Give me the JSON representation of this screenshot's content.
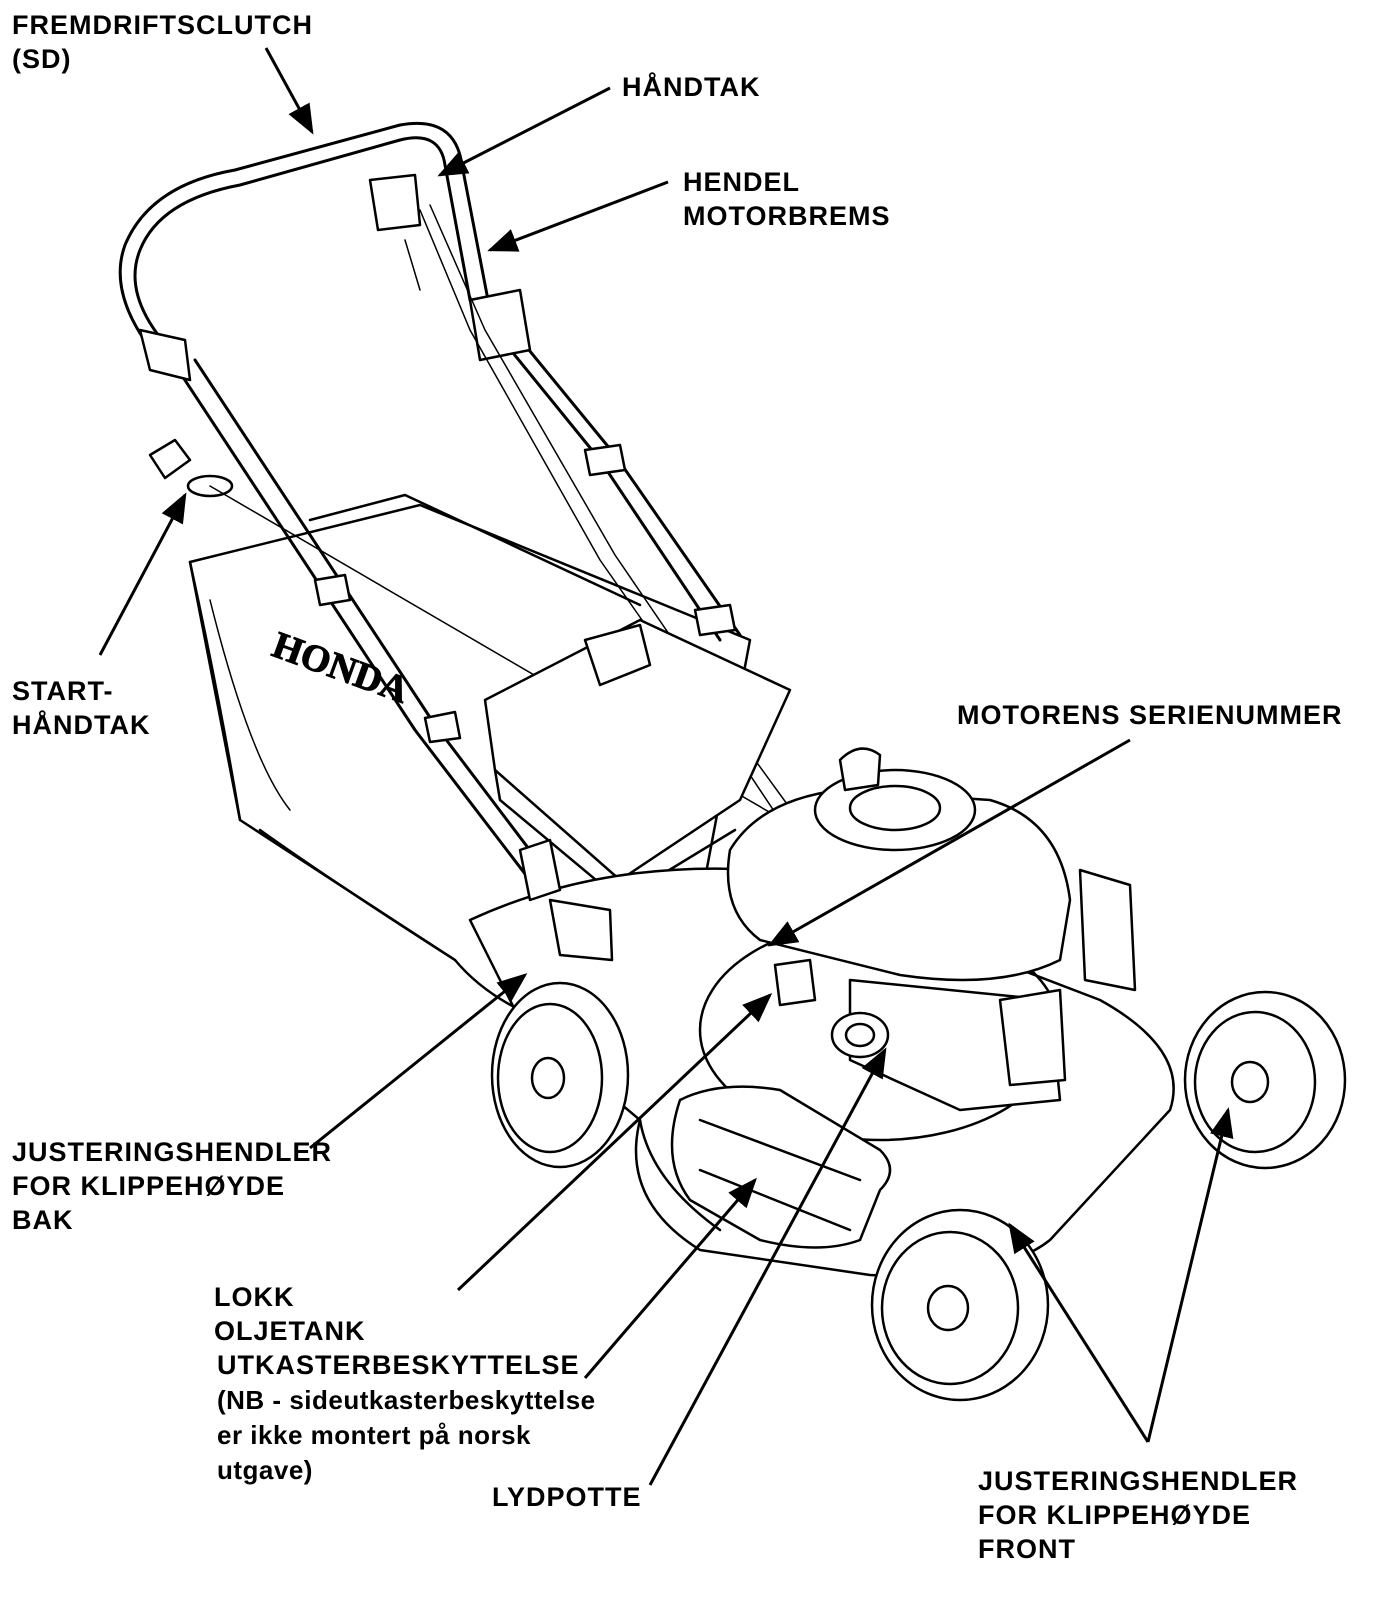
{
  "labels": {
    "fremdriftsclutch": [
      "FREMDRIFTSCLUTCH",
      "(SD)"
    ],
    "handtak": [
      "HÅNDTAK"
    ],
    "hendel_motorbrems": [
      "HENDEL",
      "MOTORBREMS"
    ],
    "starthandtak": [
      "START-",
      "HÅNDTAK"
    ],
    "motorens_serienummer": [
      "MOTORENS SERIENUMMER"
    ],
    "justeringshendler_bak": [
      "JUSTERINGSHENDLER",
      "FOR KLIPPEHØYDE",
      "BAK"
    ],
    "lokk_oljetank": [
      "LOKK",
      "OLJETANK"
    ],
    "utkasterbeskyttelse": [
      "UTKASTERBESKYTTELSE",
      "(NB - sideutkasterbeskyttelse",
      "er ikke montert på norsk",
      "utgave)"
    ],
    "lydpotte": [
      "LYDPOTTE"
    ],
    "justeringshendler_front": [
      "JUSTERINGSHENDLER",
      "FOR KLIPPEHØYDE",
      "FRONT"
    ]
  },
  "brand_mark": "HONDA",
  "colors": {
    "ink": "#000000",
    "paper": "#ffffff"
  }
}
